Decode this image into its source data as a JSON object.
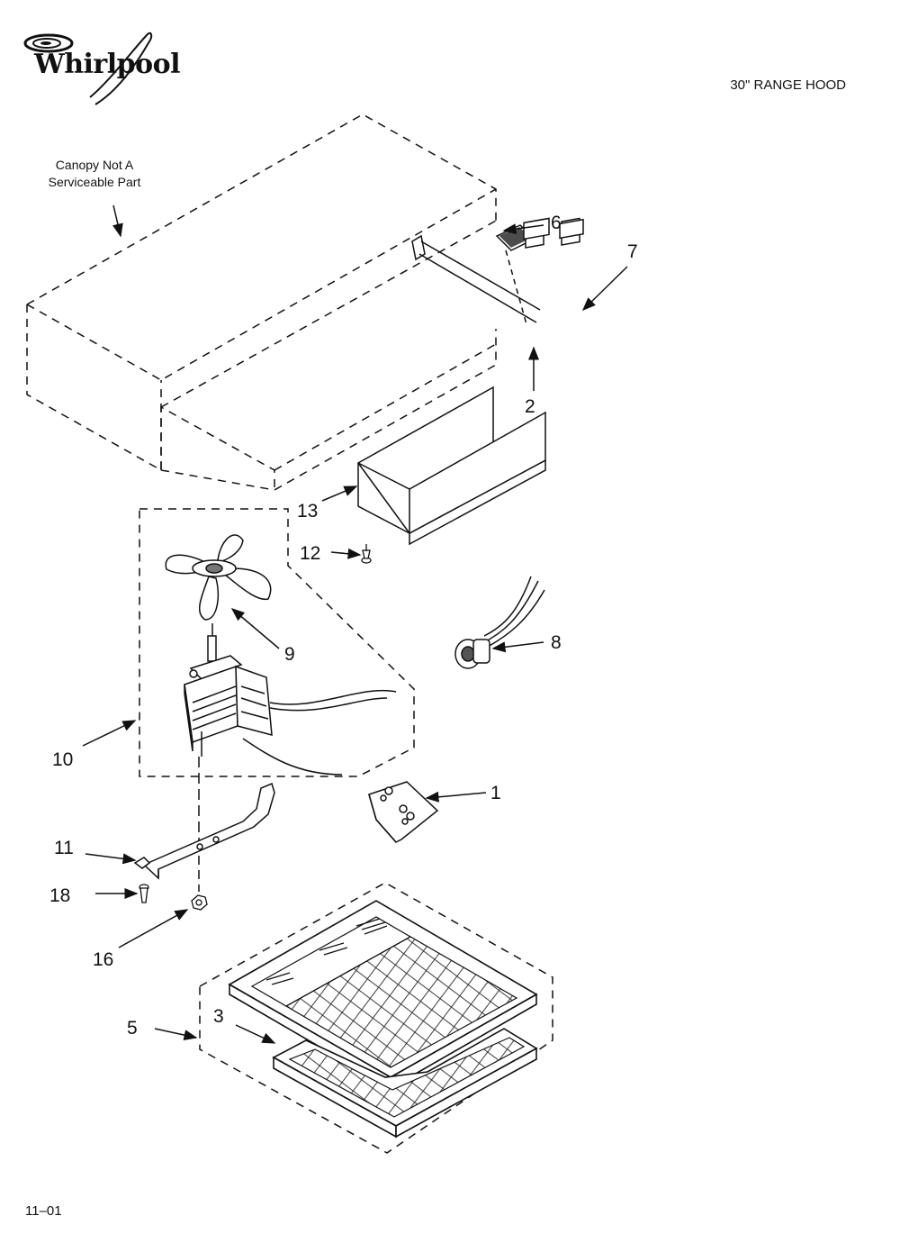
{
  "brand": {
    "name": "Whirlpool"
  },
  "header": {
    "title": "30\" RANGE HOOD"
  },
  "note": {
    "line1": "Canopy Not A",
    "line2": "Serviceable Part"
  },
  "footer": {
    "code": "11–01"
  },
  "callouts": [
    "6",
    "7",
    "2",
    "13",
    "12",
    "8",
    "9",
    "10",
    "1",
    "11",
    "18",
    "16",
    "5",
    "3"
  ]
}
